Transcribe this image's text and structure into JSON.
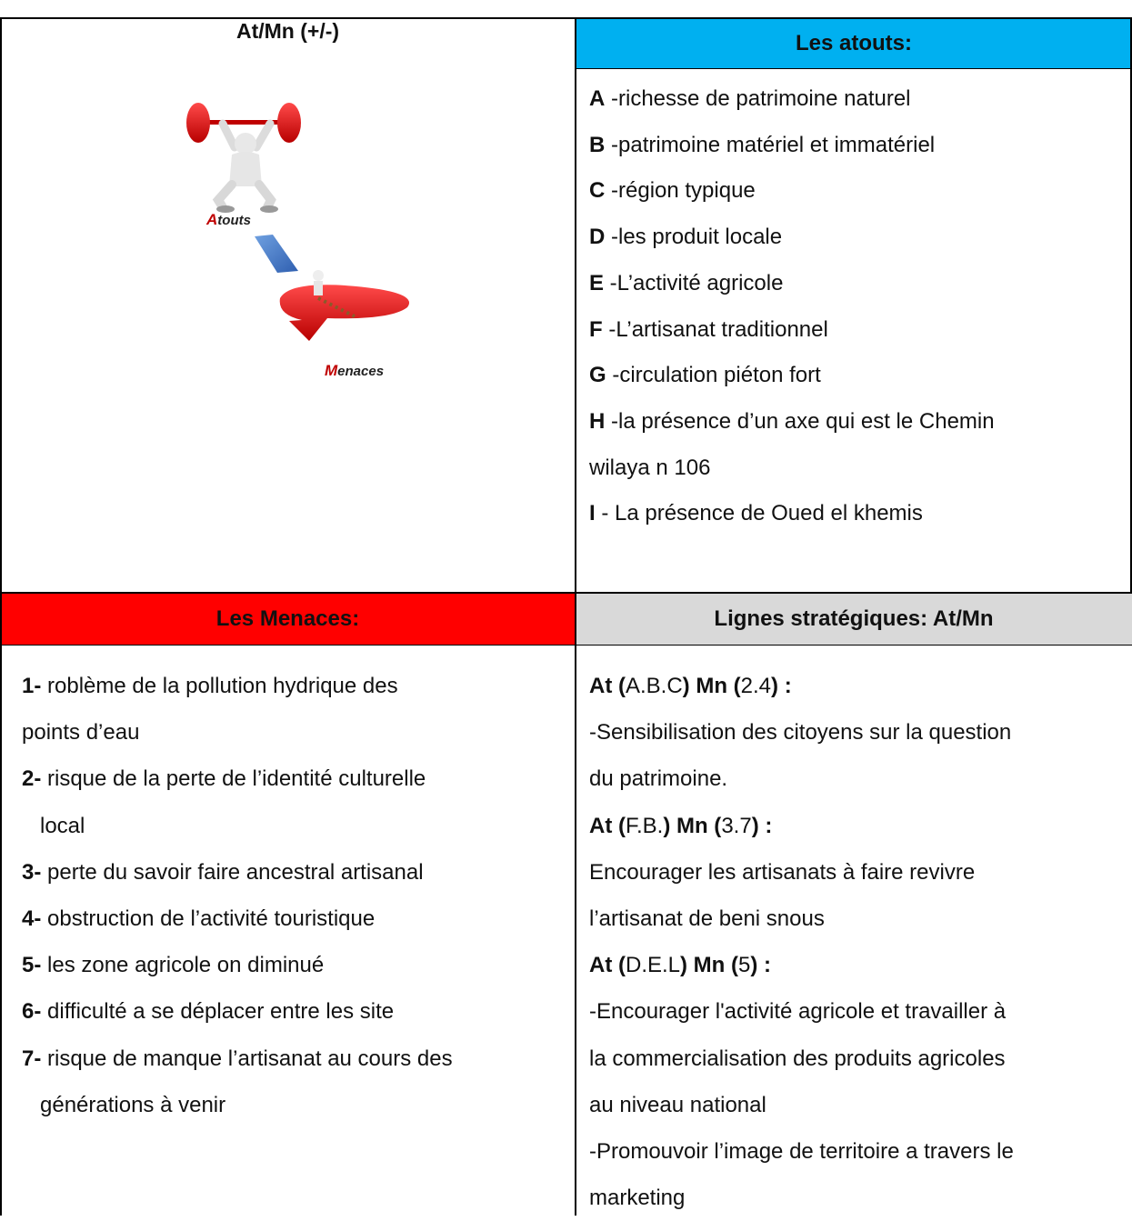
{
  "top_left": {
    "title": "At/Mn (+/-)",
    "figure_label_atouts": {
      "initial": "A",
      "rest": "touts"
    },
    "figure_label_menaces": {
      "initial": "M",
      "rest": "enaces"
    }
  },
  "atouts": {
    "title": "Les atouts:",
    "header_color": "#00b0f0",
    "items": [
      {
        "letter": "A",
        "text": " -richesse de patrimoine naturel"
      },
      {
        "letter": "B",
        "text": " -patrimoine matériel et immatériel"
      },
      {
        "letter": "C",
        "text": " -région typique"
      },
      {
        "letter": "D",
        "text": " -les produit locale"
      },
      {
        "letter": "E",
        "text": " -L’activité agricole"
      },
      {
        "letter": "F",
        "text": " -L’artisanat traditionnel"
      },
      {
        "letter": "G",
        "text": " -circulation piéton fort"
      },
      {
        "letter": "H",
        "text": " -la présence d’un axe qui est le Chemin",
        "cont": "wilaya n 106"
      },
      {
        "letter": "I",
        "text": " - La présence de Oued el khemis"
      }
    ]
  },
  "menaces": {
    "title": "Les Menaces:",
    "header_color": "#ff0000",
    "items": [
      {
        "num": "1-",
        "text": " roblème de la pollution  hydrique des",
        "cont": "points   d’eau"
      },
      {
        "num": "2-",
        "text": " risque de la perte de l’identité culturelle",
        "cont": "local"
      },
      {
        "num": "3-",
        "text": " perte du savoir faire ancestral artisanal"
      },
      {
        "num": "4-",
        "text": " obstruction de l’activité touristique"
      },
      {
        "num": "5-",
        "text": " les zone agricole on diminué"
      },
      {
        "num": "6-",
        "text": " difficulté a se déplacer entre les site"
      },
      {
        "num": "7-",
        "text": " risque de manque l’artisanat au cours des",
        "cont": "générations à venir"
      }
    ]
  },
  "strategies": {
    "title": "Lignes stratégiques: At/Mn",
    "header_color": "#d9d9d9",
    "blocks": [
      {
        "at_label": "At (",
        "at_value": "A.B.C",
        "mn_label": ")  Mn (",
        "mn_value": "2.4",
        "end": ") :",
        "lines": [
          "-Sensibilisation des citoyens sur la question",
          "du patrimoine."
        ]
      },
      {
        "at_label": "At (",
        "at_value": "F.B.",
        "mn_label": ")  Mn (",
        "mn_value": "3.7",
        "end": ") :",
        "lines": [
          "Encourager les artisanats à faire revivre",
          "l’artisanat de beni snous"
        ]
      },
      {
        "at_label": "At (",
        "at_value": "D.E.L",
        "mn_label": ")  Mn (",
        "mn_value": "5",
        "end": ") :",
        "lines": [
          "-Encourager l'activité agricole et travailler à",
          "la commercialisation des produits agricoles",
          "au niveau national",
          "-Promouvoir l’image de territoire a travers le",
          "marketing"
        ]
      }
    ]
  }
}
